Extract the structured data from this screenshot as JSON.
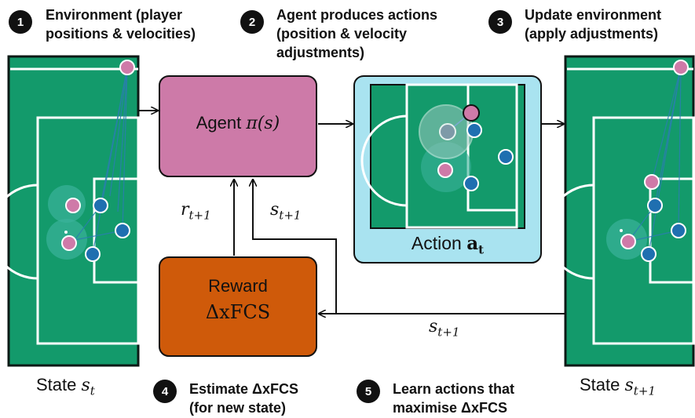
{
  "steps": [
    {
      "num": "1",
      "line1": "Environment (player",
      "line2": "positions & velocities)"
    },
    {
      "num": "2",
      "line1": "Agent produces actions",
      "line2": "(position & velocity",
      "line3": "adjustments)"
    },
    {
      "num": "3",
      "line1": "Update environment",
      "line2": "(apply adjustments)"
    },
    {
      "num": "4",
      "line1": "Estimate ΔxFCS",
      "line2": "(for new state)"
    },
    {
      "num": "5",
      "line1": "Learn actions that",
      "line2": "maximise ΔxFCS"
    }
  ],
  "agent": {
    "label": "Agent",
    "policy": "π(s)"
  },
  "reward": {
    "label": "Reward",
    "metric": "ΔxFCS"
  },
  "action": {
    "label": "Action",
    "symbol": "a",
    "subscript": "t"
  },
  "state_left": {
    "label": "State",
    "symbol": "s",
    "subscript": "t"
  },
  "state_right": {
    "label": "State",
    "symbol": "s",
    "subscript": "t+1"
  },
  "edges": {
    "r_label": {
      "symbol": "r",
      "subscript": "t+1"
    },
    "s_label_mid": {
      "symbol": "s",
      "subscript": "t+1"
    },
    "s_label_bottom": {
      "symbol": "s",
      "subscript": "t+1"
    }
  },
  "colors": {
    "pitch": "#139a6b",
    "agent_box": "#cd7aa8",
    "reward_box": "#cf5a0a",
    "action_panel": "#a9e3f0",
    "attacker": "#cf7aa8",
    "defender": "#1f6fb0"
  }
}
